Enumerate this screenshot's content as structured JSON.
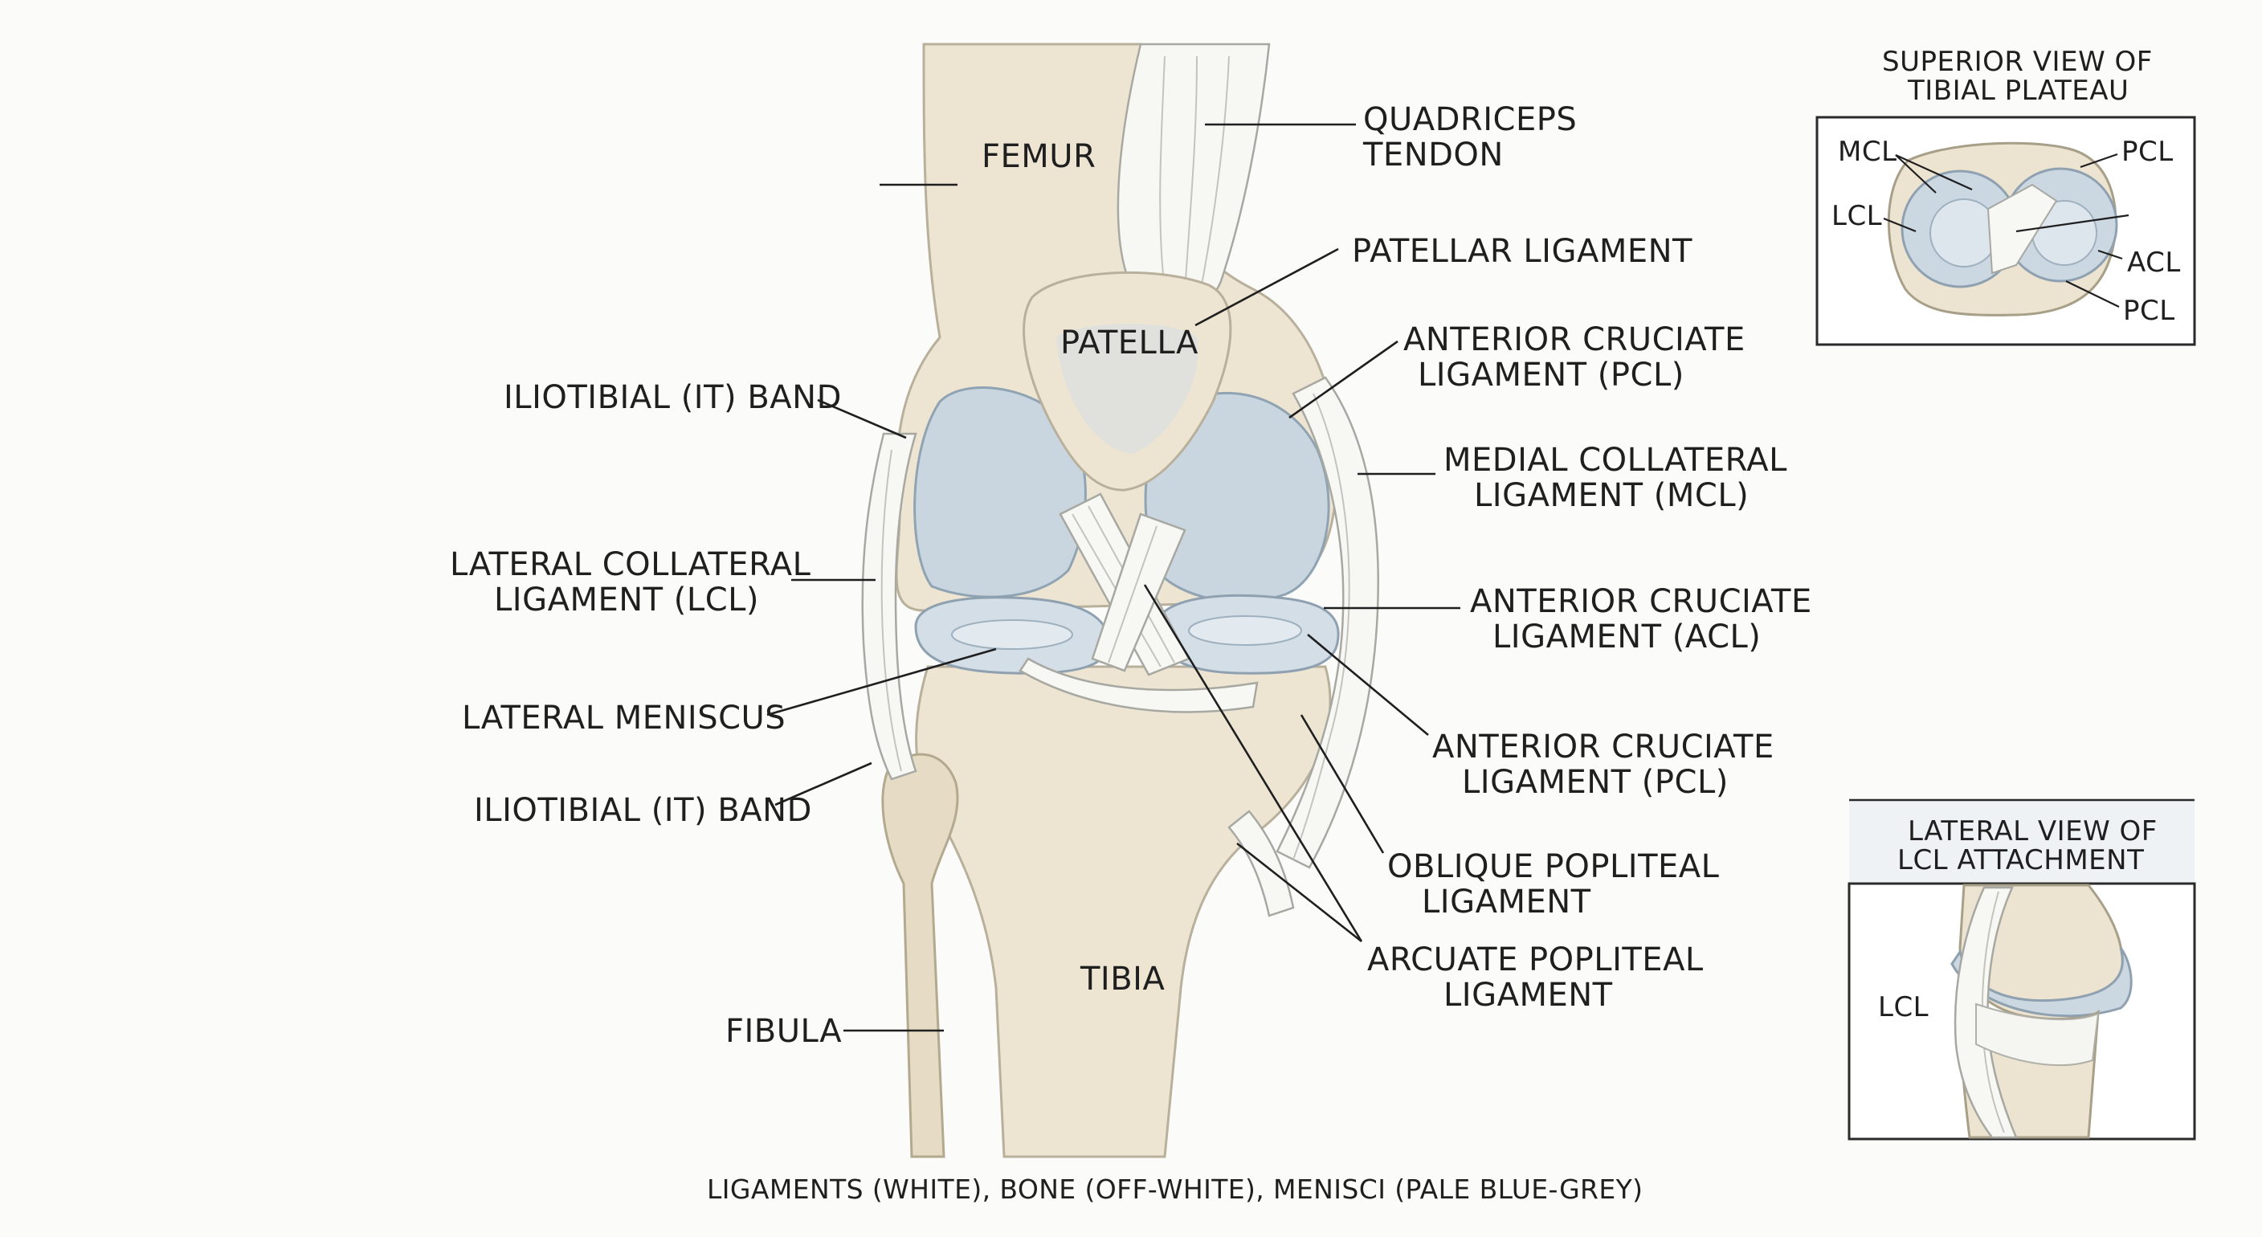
{
  "labels": {
    "femur": "FEMUR",
    "quadriceps_tendon": [
      "QUADRICEPS",
      "TENDON"
    ],
    "patellar_ligament": "PATELLAR LIGAMENT",
    "patella": "PATELLA",
    "acl_pcl_upper": [
      "ANTERIOR CRUCIATE",
      "LIGAMENT (PCL)"
    ],
    "it_band_upper": "ILIOTIBIAL (IT) BAND",
    "mcl": [
      "MEDIAL COLLATERAL",
      "LIGAMENT (MCL)"
    ],
    "lcl": [
      "LATERAL COLLATERAL",
      "LIGAMENT (LCL)"
    ],
    "acl": [
      "ANTERIOR CRUCIATE",
      "LIGAMENT (ACL)"
    ],
    "lateral_meniscus": "LATERAL MENISCUS",
    "acl_pcl_lower": [
      "ANTERIOR CRUCIATE",
      "LIGAMENT (PCL)"
    ],
    "it_band_lower": "ILIOTIBIAL (IT) BAND",
    "oblique_popliteal": [
      "OBLIQUE POPLITEAL",
      "LIGAMENT"
    ],
    "arcuate_popliteal": [
      "ARCUATE POPLITEAL",
      "LIGAMENT"
    ],
    "tibia": "TIBIA",
    "fibula": "FIBULA"
  },
  "caption": "LIGAMENTS (WHITE), BONE (OFF-WHITE), MENISCI (PALE BLUE-GREY)",
  "inset_superior": {
    "title": [
      "SUPERIOR VIEW OF",
      "TIBIAL PLATEAU"
    ],
    "labels": {
      "mcl": "MCL",
      "lcl": "LCL",
      "pcl_top": "PCL",
      "acl": "ACL",
      "pcl_bottom": "PCL"
    }
  },
  "inset_lateral": {
    "title": [
      "LATERAL VIEW OF",
      "LCL ATTACHMENT"
    ],
    "labels": {
      "lcl": "LCL"
    }
  },
  "colors": {
    "ligament": "#f7f7f4",
    "bone": "#ede5d2",
    "meniscus": "#d3dee7",
    "background": "#fbfbfa"
  }
}
